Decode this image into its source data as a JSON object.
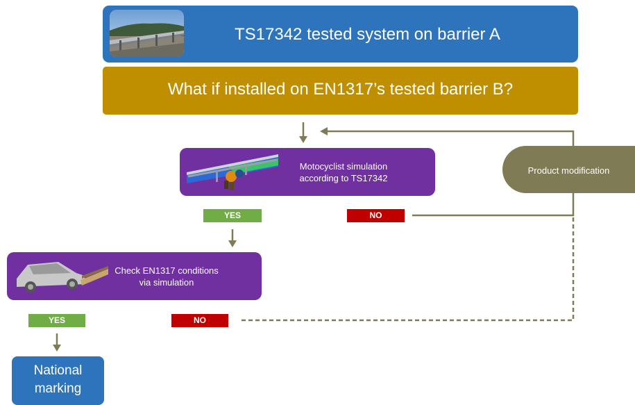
{
  "header": {
    "title": "TS17342 tested system on barrier A"
  },
  "question": {
    "title": "What if installed on EN1317’s tested barrier B?"
  },
  "motorcyclist_step": {
    "line1": "Motocyclist simulation",
    "line2": "according to TS17342"
  },
  "check_step": {
    "line1": "Check EN1317 conditions",
    "line2": "via simulation"
  },
  "product_modification": {
    "label": "Product modification"
  },
  "decision1": {
    "yes": "YES",
    "no": "NO"
  },
  "decision2": {
    "yes": "YES",
    "no": "NO"
  },
  "result": {
    "line1": "National",
    "line2": "marking"
  },
  "colors": {
    "blue": "#2e74bd",
    "gold": "#bf8f00",
    "purple": "#7030a0",
    "olive": "#7f7b55",
    "yes_green": "#70ad47",
    "no_red": "#c00000",
    "arrow": "#7f7b55"
  }
}
